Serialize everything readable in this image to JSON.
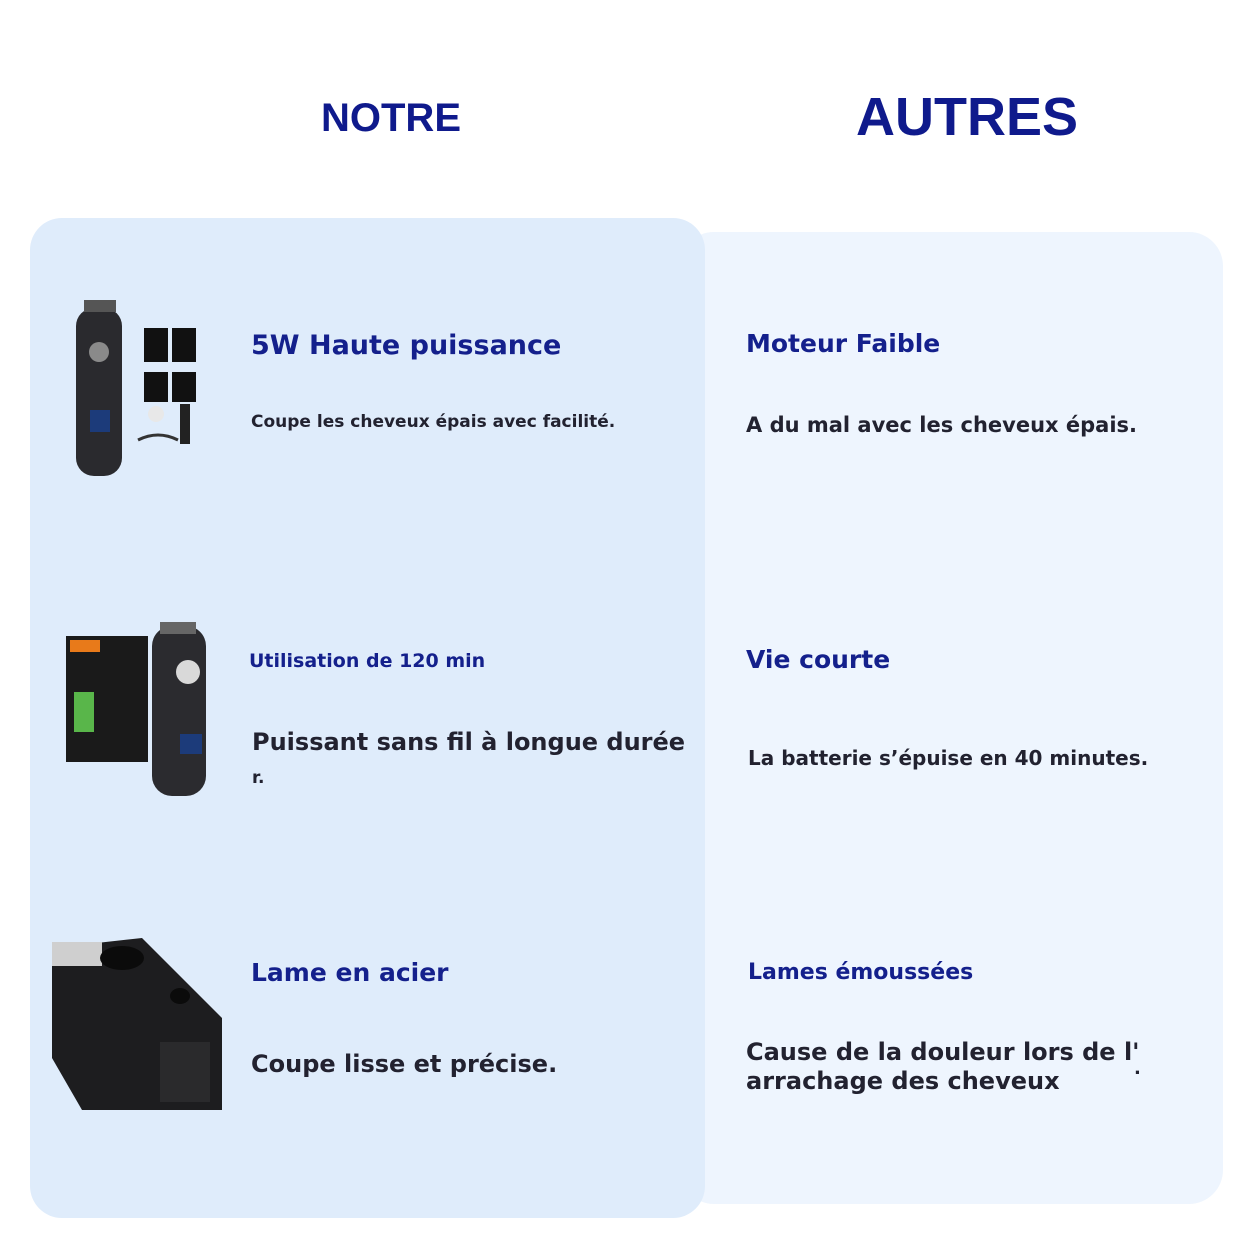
{
  "header": {
    "ours": "NOTRE",
    "others": "AUTRES"
  },
  "ours": [
    {
      "title": "5W Haute puissance",
      "desc": "Coupe les cheveux épais avec facilité."
    },
    {
      "title": "Utilisation de 120 min",
      "desc_line1": "Puissant sans fil à longue durée",
      "desc_line2": "r."
    },
    {
      "title": "Lame en acier",
      "desc": "Coupe lisse et précise."
    }
  ],
  "others": [
    {
      "title": "Moteur Faible",
      "desc": "A du mal avec les cheveux épais."
    },
    {
      "title": "Vie courte",
      "desc": "La batterie s’épuise en 40 minutes."
    },
    {
      "title": "Lames émoussées",
      "desc_line1": "Cause de la douleur lors de l'",
      "desc_line2": "arrachage des cheveux",
      "trail": "."
    }
  ],
  "colors": {
    "accent": "#14208c",
    "left_panel": "#dfecfb",
    "right_panel": "#eef5fe",
    "text_dark": "#222230"
  },
  "images": {
    "clipper_kit": "clipper-with-guards-image",
    "clipper_box": "clipper-with-box-image",
    "blade_closeup": "blade-closeup-image"
  }
}
